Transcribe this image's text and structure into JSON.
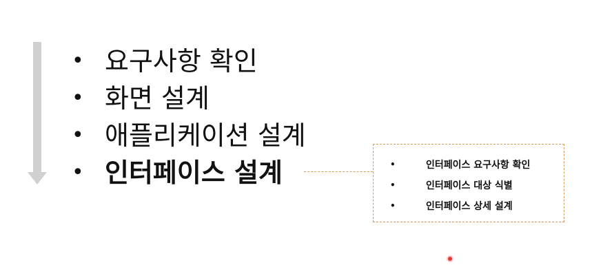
{
  "slide": {
    "steps": [
      {
        "label": "요구사항 확인",
        "current": false
      },
      {
        "label": "화면 설계",
        "current": false
      },
      {
        "label": "애플리케이션 설계",
        "current": false
      },
      {
        "label": "인터페이스 설계",
        "current": true
      }
    ],
    "bullet_glyph": "•",
    "detail": {
      "items": [
        "인터페이스 요구사항 확인",
        "인터페이스 대상 식별",
        "인터페이스 상세 설계"
      ]
    },
    "colors": {
      "arrow": "#d0d0d0",
      "connector": "#d99a55",
      "pointer": "#e53935"
    },
    "icons": {
      "arrow": "down-arrow-icon",
      "pointer": "laser-pointer-dot"
    }
  }
}
